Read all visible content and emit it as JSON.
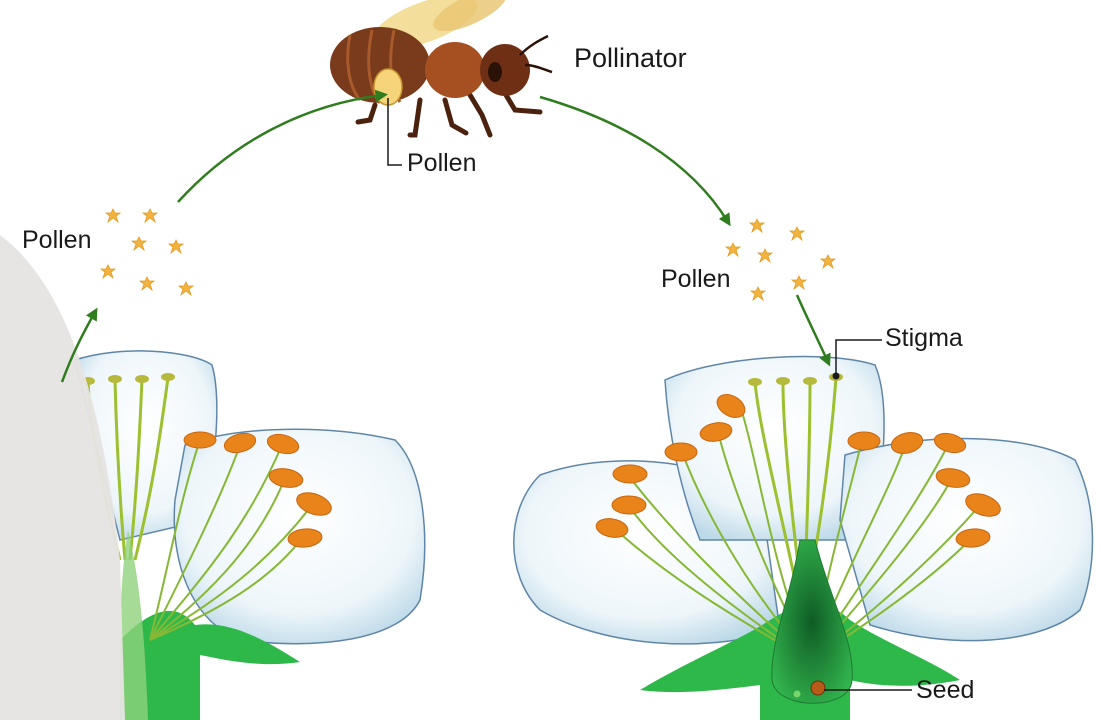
{
  "labels": {
    "pollinator": "Pollinator",
    "pollen_bee": "Pollen",
    "pollen_left": "Pollen",
    "pollen_right": "Pollen",
    "stigma": "Stigma",
    "seed": "Seed"
  },
  "colors": {
    "arrow": "#2f7d1e",
    "petal_edge": "#5f86a8",
    "petal_fill": "#e6f1f7",
    "stem": "#2eb84a",
    "filament": "#86b835",
    "anther": "#e8841a",
    "pollen_grain": "#f2b340",
    "bee_body": "#7a3a1c",
    "background": "#ffffff",
    "overlay_gray": "#e6e4e2"
  }
}
